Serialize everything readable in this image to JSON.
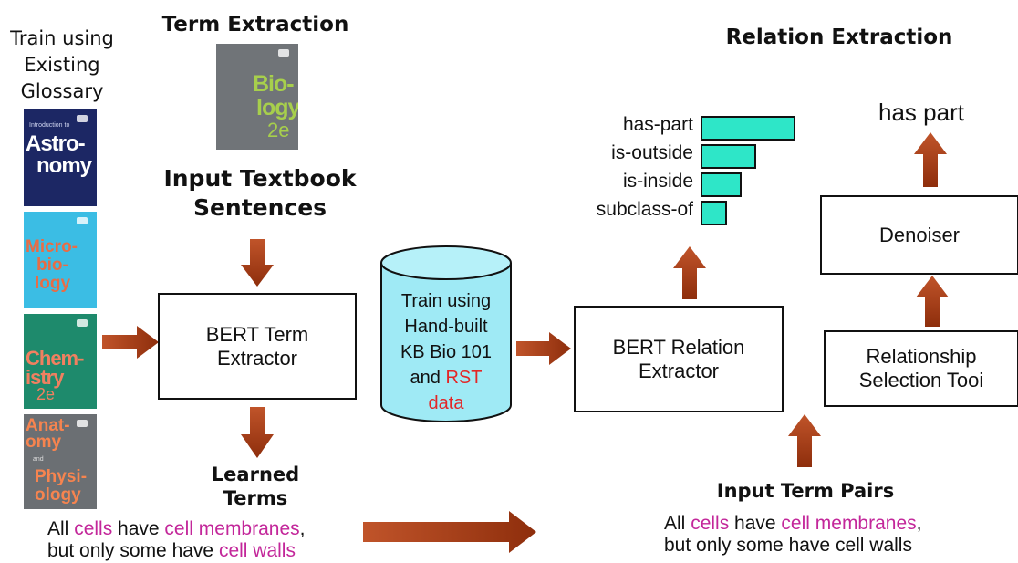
{
  "left": {
    "glossary_label": [
      "Train using",
      "Existing",
      "Glossary"
    ]
  },
  "term_extraction": {
    "heading": "Term Extraction",
    "input_label": [
      "Input Textbook",
      "Sentences"
    ],
    "extractor_box": [
      "BERT Term",
      "Extractor"
    ],
    "learned_terms_label": [
      "Learned",
      "Terms"
    ]
  },
  "books": {
    "astronomy": [
      "Astro-",
      "nomy"
    ],
    "astronomy_small": "Introduction to",
    "microbiology": [
      "Micro-",
      "bio-",
      "logy"
    ],
    "chemistry": [
      "Chem-",
      "istry",
      "2e"
    ],
    "anatomy": [
      "Anat-",
      "omy"
    ],
    "anatomy_and": "and",
    "physiology": [
      "Physi-",
      "ology"
    ],
    "biology": [
      "Bio-",
      "logy",
      "2e"
    ]
  },
  "database": {
    "lines": [
      "Train using",
      "Hand-built",
      "KB Bio 101",
      "and "
    ],
    "highlight_rst": "RST",
    "highlight_data": "data"
  },
  "sentence_left": {
    "part1": "All ",
    "term1": "cells",
    "part2": " have ",
    "term2": "cell membranes",
    "part3": ",",
    "line2": "but only some have ",
    "term3": "cell walls"
  },
  "relation_extraction": {
    "heading": "Relation Extraction",
    "extractor_box": [
      "BERT Relation",
      "Extractor"
    ],
    "selection_box": [
      "Relationship",
      "Selection Tooi"
    ],
    "denoiser_box": "Denoiser",
    "output_label": "has part",
    "input_pairs_label": "Input Term Pairs"
  },
  "sentence_right": {
    "part1": "All ",
    "term1": "cells",
    "part2": " have ",
    "term2": "cell membranes",
    "part3": ",",
    "line2": "but only some have cell walls"
  },
  "chart_data": {
    "type": "bar",
    "orientation": "horizontal",
    "categories": [
      "has-part",
      "is-outside",
      "is-inside",
      "subclass-of"
    ],
    "values": [
      1.0,
      0.59,
      0.43,
      0.28
    ],
    "color": "#2ee6c8"
  },
  "colors": {
    "arrow": "#a23a12",
    "highlight": "#c3279a",
    "database_fill": "#9feaf5"
  }
}
